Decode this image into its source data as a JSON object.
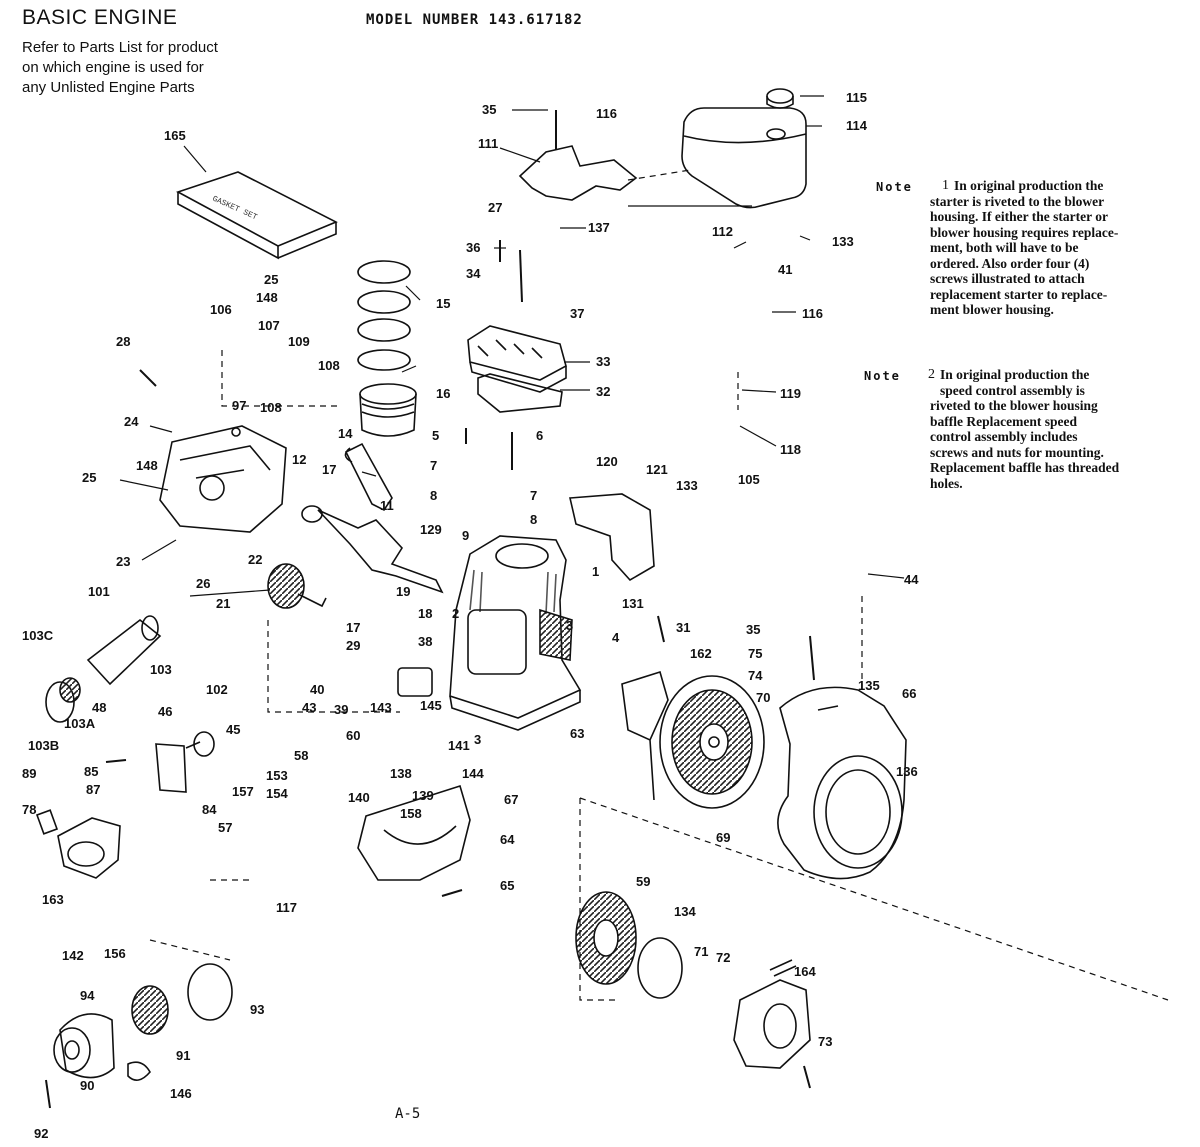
{
  "header": {
    "title": "BASIC ENGINE",
    "intro_lines": [
      "Refer to Parts List for product",
      "on which engine is used for",
      "any Unlisted Engine Parts"
    ],
    "model_number": "MODEL NUMBER 143.617182"
  },
  "notes": [
    {
      "tag": "Note",
      "number": "1",
      "lines": [
        "In original production the",
        "starter is riveted to the blower",
        "housing. If either the starter or",
        "blower housing requires replace-",
        "ment, both will have to be",
        "ordered. Also order four (4)",
        "screws illustrated to attach",
        "replacement starter to replace-",
        "ment blower housing."
      ]
    },
    {
      "tag": "Note",
      "number": "2",
      "lines": [
        "In original production the",
        "speed control assembly is",
        "riveted to the blower housing",
        "baffle  Replacement speed",
        "control assembly includes",
        "screws and nuts for mounting.",
        "Replacement baffle has threaded",
        "holes."
      ]
    }
  ],
  "gasket_set_label": "GASKET SET",
  "page_number": "A-5",
  "callouts": [
    "165",
    "35",
    "116",
    "111",
    "115",
    "114",
    "27",
    "137",
    "36",
    "34",
    "37",
    "33",
    "32",
    "15",
    "14",
    "16",
    "112",
    "133",
    "41",
    "116",
    "119",
    "118",
    "105",
    "120",
    "121",
    "133",
    "25",
    "148",
    "106",
    "107",
    "109",
    "108",
    "28",
    "97",
    "108",
    "24",
    "148",
    "25",
    "23",
    "12",
    "17",
    "11",
    "22",
    "26",
    "21",
    "5",
    "6",
    "7",
    "8",
    "7",
    "8",
    "9",
    "129",
    "1",
    "19",
    "18",
    "2",
    "38",
    "17",
    "29",
    "131",
    "44",
    "101",
    "103C",
    "103",
    "102",
    "103A",
    "103B",
    "48",
    "46",
    "45",
    "40",
    "43",
    "39",
    "143",
    "145",
    "141",
    "3",
    "60",
    "58",
    "85",
    "89",
    "87",
    "84",
    "78",
    "153",
    "157",
    "154",
    "57",
    "163",
    "117",
    "138",
    "139",
    "140",
    "144",
    "158",
    "64",
    "65",
    "67",
    "63",
    "3",
    "4",
    "31",
    "162",
    "35",
    "75",
    "74",
    "70",
    "135",
    "66",
    "136",
    "69",
    "59",
    "134",
    "71",
    "72",
    "164",
    "73",
    "142",
    "156",
    "94",
    "93",
    "91",
    "90",
    "146",
    "92"
  ]
}
